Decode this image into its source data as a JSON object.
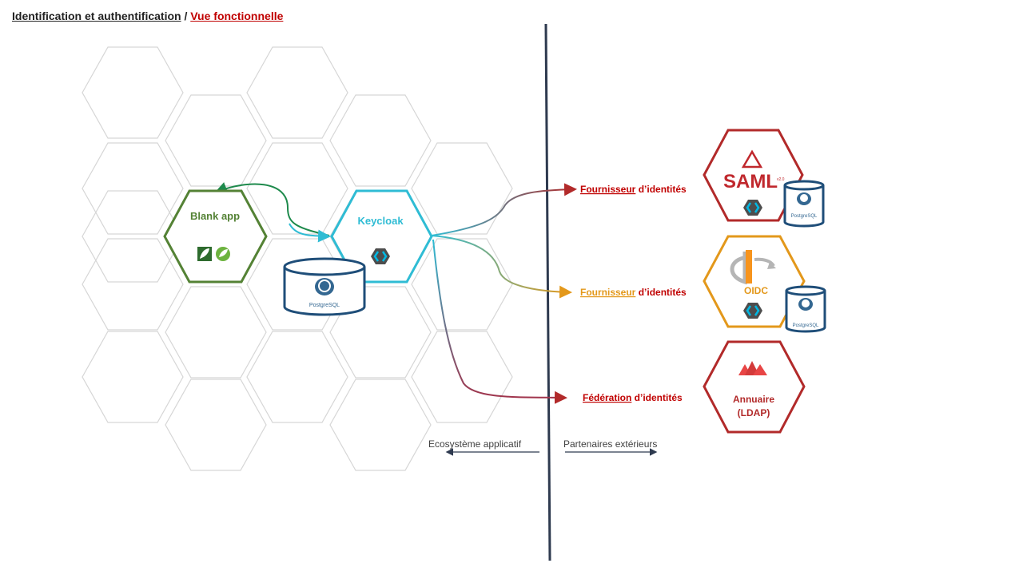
{
  "title": {
    "part1": "Identification et authentification",
    "separator": " / ",
    "part2": "Vue fonctionnelle"
  },
  "nodes": {
    "blank_app": {
      "label": "Blank app",
      "color": "#548235"
    },
    "keycloak": {
      "label": "Keycloak",
      "color": "#2fbcd4"
    },
    "postgres_text": "PostgreSQL",
    "saml": {
      "logo_text": "SAML",
      "logo_sup": "v2.0",
      "color": "#b22a2a"
    },
    "oidc": {
      "label": "OIDC",
      "color": "#e3981b"
    },
    "ldap": {
      "line1": "Annuaire",
      "line2": "(LDAP)",
      "color": "#b22a2a"
    }
  },
  "providers": [
    {
      "first": "Fournisseur",
      "rest": " d’identités",
      "color": "#c00000"
    },
    {
      "first": "Fournisseur",
      "rest": " d’identités",
      "color": "#e3981b"
    },
    {
      "first": "Fédération",
      "rest": " d’identités",
      "color": "#c00000"
    }
  ],
  "zones": {
    "left": "Ecosystème applicatif",
    "right": "Partenaires extérieurs"
  },
  "colors": {
    "divider": "#2e3a4f",
    "hex_grid": "#d6d6d6",
    "db_border": "#1f4e79"
  },
  "icons": [
    "keycloak-icon",
    "postgresql-elephant-icon",
    "spring-leaf-icon",
    "saml-logo-icon",
    "openid-logo-icon",
    "ldap-mountains-icon"
  ]
}
